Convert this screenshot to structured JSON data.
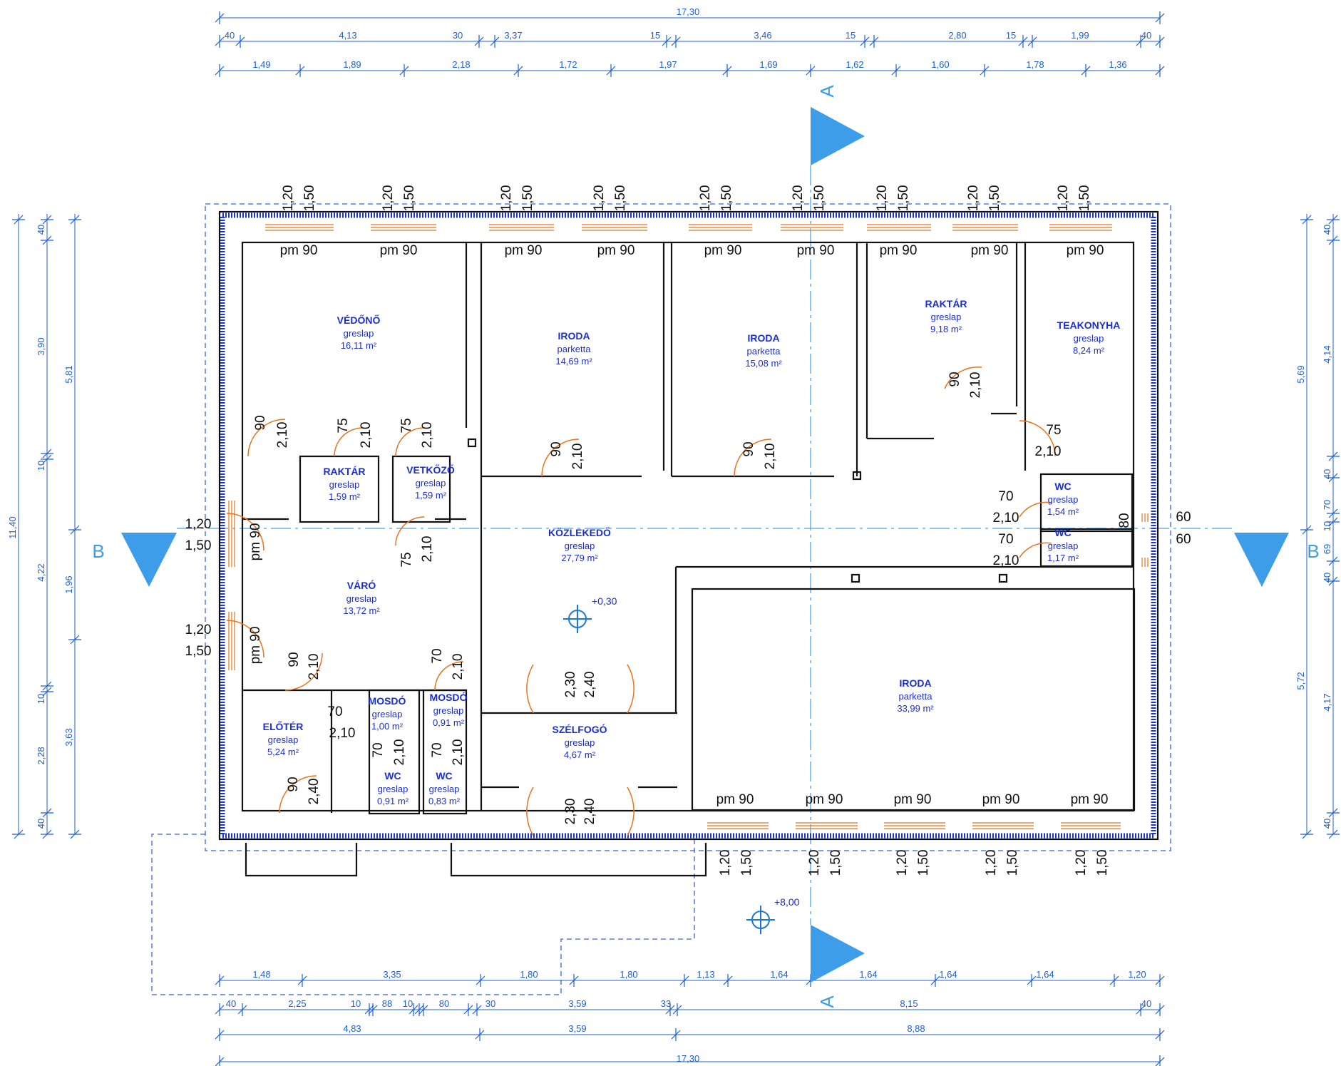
{
  "dims": {
    "top_total": "17,30",
    "top_row1": [
      "40",
      "4,13",
      "30",
      "3,37",
      "15",
      "3,46",
      "15",
      "2,80",
      "15",
      "1,99",
      "40"
    ],
    "top_row2": [
      "1,49",
      "1,89",
      "2,18",
      "1,72",
      "1,97",
      "1,69",
      "1,62",
      "1,60",
      "1,78",
      "1,36"
    ],
    "bot_row1": [
      "1,48",
      "3,35",
      "1,80",
      "1,80",
      "1,13",
      "1,64",
      "1,64",
      "1,64",
      "1,64",
      "1,20"
    ],
    "bot_row2": [
      "40",
      "2,25",
      "10",
      "88",
      "10",
      "80",
      "30",
      "3,59",
      "33",
      "8,15",
      "40"
    ],
    "bot_row3": [
      "4,83",
      "3,59",
      "8,88"
    ],
    "bot_total": "17,30",
    "left_total": "11,40",
    "left_mid": [
      "5,81",
      "1,96",
      "3,63"
    ],
    "left_inner": [
      "40",
      "3,90",
      "10",
      "4,22",
      "10",
      "2,28",
      "40"
    ],
    "right_total": [
      "5,69",
      "5,72"
    ],
    "right_inner": [
      "40",
      "4,14",
      "40",
      "70",
      "10",
      "69",
      "40",
      "4,17",
      "40"
    ]
  },
  "section_labels": {
    "a_top": "A",
    "a_bottom": "A",
    "b_left": "B",
    "b_right": "B"
  },
  "levels": {
    "inside": "+0,30",
    "outside": "+8,00"
  },
  "rooms": [
    {
      "name": "VÉDŐNŐ",
      "floor": "greslap",
      "area": "16,11 m²"
    },
    {
      "name": "IRODA",
      "floor": "parketta",
      "area": "14,69 m²"
    },
    {
      "name": "IRODA",
      "floor": "parketta",
      "area": "15,08 m²"
    },
    {
      "name": "RAKTÁR",
      "floor": "greslap",
      "area": "9,18 m²"
    },
    {
      "name": "TEAKONYHA",
      "floor": "greslap",
      "area": "8,24 m²"
    },
    {
      "name": "RAKTÁR",
      "floor": "greslap",
      "area": "1,59 m²"
    },
    {
      "name": "VETKŐZŐ",
      "floor": "greslap",
      "area": "1,59 m²"
    },
    {
      "name": "KÖZLEKEDŐ",
      "floor": "greslap",
      "area": "27,79 m²"
    },
    {
      "name": "WC",
      "floor": "greslap",
      "area": "1,54 m²"
    },
    {
      "name": "WC",
      "floor": "greslap",
      "area": "1,17 m²"
    },
    {
      "name": "VÁRÓ",
      "floor": "greslap",
      "area": "13,72 m²"
    },
    {
      "name": "IRODA",
      "floor": "parketta",
      "area": "33,99 m²"
    },
    {
      "name": "ELŐTÉR",
      "floor": "greslap",
      "area": "5,24 m²"
    },
    {
      "name": "MOSDÓ",
      "floor": "greslap",
      "area": "1,00 m²"
    },
    {
      "name": "MOSDÓ",
      "floor": "greslap",
      "area": "0,91 m²"
    },
    {
      "name": "SZÉLFOGÓ",
      "floor": "greslap",
      "area": "4,67 m²"
    },
    {
      "name": "WC",
      "floor": "greslap",
      "area": "0,91 m²"
    },
    {
      "name": "WC",
      "floor": "greslap",
      "area": "0,83 m²"
    }
  ],
  "window_labels": {
    "w": "1,20",
    "h": "1,50",
    "pm": "pm 90"
  },
  "door_labels": {
    "d90": "90",
    "d75": "75",
    "d70": "70",
    "d80": "80",
    "h210": "2,10",
    "h240": "2,40",
    "h230": "2,30",
    "w60": "60"
  }
}
